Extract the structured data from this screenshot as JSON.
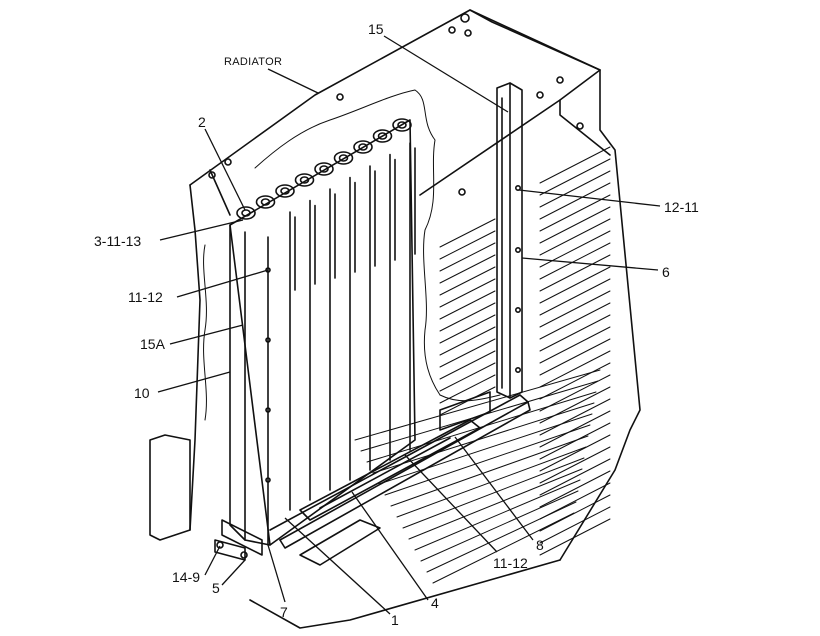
{
  "diagram": {
    "title_label": "RADIATOR",
    "callouts": {
      "c15": "15",
      "c2": "2",
      "c3_11_13": "3-11-13",
      "c11_12_top": "11-12",
      "c15a": "15A",
      "c10": "10",
      "c12_11": "12-11",
      "c6": "6",
      "c8": "8",
      "c11_12_bottom": "11-12",
      "c4": "4",
      "c1": "1",
      "c7": "7",
      "c5": "5",
      "c14_9": "14-9"
    }
  }
}
